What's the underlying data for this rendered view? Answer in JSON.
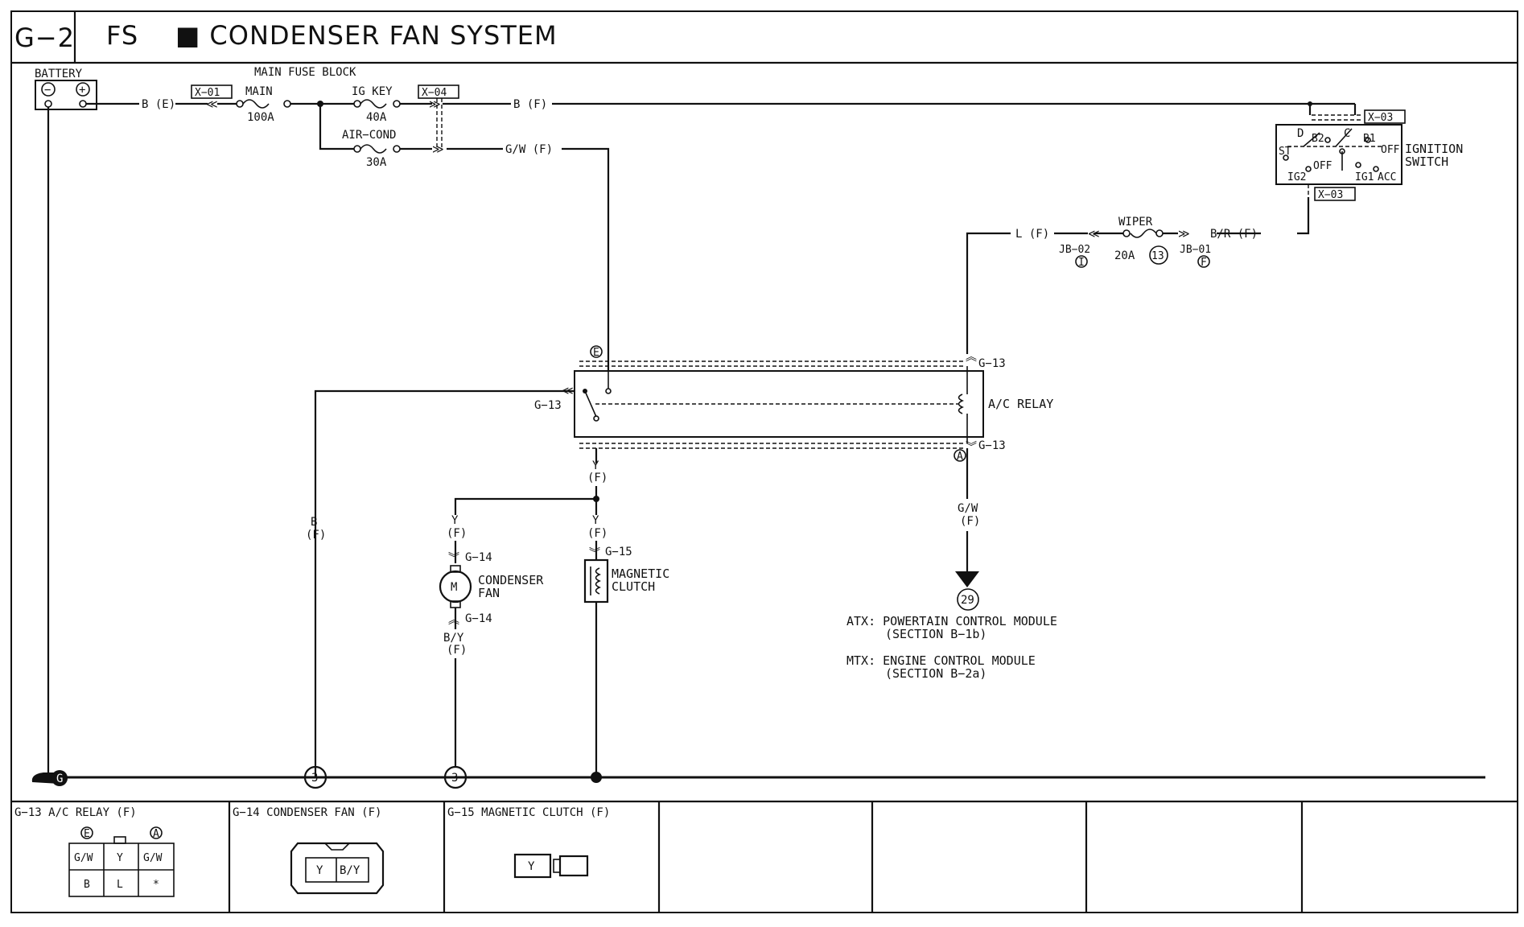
{
  "header": {
    "page_code": "G−2",
    "system_code": "FS",
    "title": "■ CONDENSER FAN SYSTEM"
  },
  "power": {
    "battery_label": "BATTERY",
    "battery_neg": "−",
    "battery_pos": "+",
    "fuse_block_title": "MAIN FUSE BLOCK",
    "wire_battery": "B (E)",
    "conn_x01": "X−01",
    "conn_x04": "X−04",
    "conn_x03_top": "X−03",
    "conn_x03_bottom": "X−03",
    "fuse_main_name": "MAIN",
    "fuse_main_rating": "100A",
    "fuse_ig_name": "IG KEY",
    "fuse_ig_rating": "40A",
    "fuse_ac_name": "AIR−COND",
    "fuse_ac_rating": "30A",
    "wire_ig_out": "B (F)",
    "wire_ac_out": "G/W (F)"
  },
  "ignition": {
    "label_line1": "IGNITION",
    "label_line2": "SWITCH",
    "term_d": "D",
    "term_c": "C",
    "term_b2": "B2",
    "term_b1": "B1",
    "term_st": "ST",
    "term_off_left": "OFF",
    "term_off_right": "OFF",
    "term_ig2": "IG2",
    "term_ig1": "IG1",
    "term_acc": "ACC"
  },
  "wiper_circuit": {
    "wire_left": "L (F)",
    "wire_right": "B/R (F)",
    "fuse_name": "WIPER",
    "fuse_rating": "20A",
    "fuse_number": "13",
    "jb_left": "JB−02",
    "jb_left_pin": "I",
    "jb_right": "JB−01",
    "jb_right_pin": "F"
  },
  "relay": {
    "label": "A/C RELAY",
    "conn": "G−13",
    "pin_e": "E",
    "pin_a": "A",
    "wire_out_1": "Y",
    "wire_out_2": "(F)",
    "wire_coil_1": "G/W",
    "wire_coil_2": "(F)"
  },
  "loads": {
    "fan_conn": "G−14",
    "fan_motor": "M",
    "fan_label_1": "CONDENSER",
    "fan_label_2": "FAN",
    "fan_wire_in_1": "Y",
    "fan_wire_in_2": "(F)",
    "fan_wire_out_1": "B/Y",
    "fan_wire_out_2": "(F)",
    "clutch_conn": "G−15",
    "clutch_label_1": "MAGNETIC",
    "clutch_label_2": "CLUTCH",
    "clutch_wire_1": "Y",
    "clutch_wire_2": "(F)",
    "b_wire_1": "B",
    "b_wire_2": "(F)"
  },
  "pcm": {
    "ref_number": "29",
    "atx_line1": "ATX: POWERTAIN CONTROL MODULE",
    "atx_line2": "(SECTION B−1b)",
    "mtx_line1": "MTX: ENGINE CONTROL MODULE",
    "mtx_line2": "(SECTION B−2a)"
  },
  "ground": {
    "symbol": "G",
    "node_left": "3",
    "node_mid": "3"
  },
  "connector_panels": [
    {
      "title": "G−13 A/C RELAY (F)",
      "pin_e": "E",
      "pin_a": "A",
      "cells_top": [
        "G/W",
        "Y",
        "G/W"
      ],
      "cells_bottom": [
        "B",
        "L",
        "*"
      ]
    },
    {
      "title": "G−14 CONDENSER FAN (F)",
      "cells": [
        "Y",
        "B/Y"
      ]
    },
    {
      "title": "G−15 MAGNETIC CLUTCH (F)",
      "cells": [
        "Y"
      ]
    }
  ]
}
